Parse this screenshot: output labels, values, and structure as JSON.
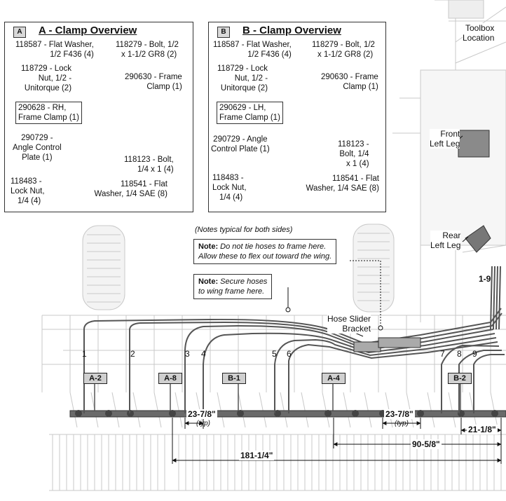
{
  "panel_a": {
    "letter": "A",
    "title": "A - Clamp Overview",
    "labels": {
      "flat_washer_1": "118587 - Flat Washer,",
      "flat_washer_2": "1/2 F436 (4)",
      "bolt_1": "118279 - Bolt, 1/2",
      "bolt_2": "x 1-1/2 GR8 (2)",
      "lock_nut_1": "118729 - Lock",
      "lock_nut_2": "Nut, 1/2 -",
      "lock_nut_3": "Unitorque (2)",
      "frame_clamp_1": "290630 - Frame",
      "frame_clamp_2": "Clamp (1)",
      "rh_clamp_1": "290628 - RH,",
      "rh_clamp_2": "Frame Clamp (1)",
      "angle_plate_1": "290729 -",
      "angle_plate_2": "Angle Control",
      "angle_plate_3": "Plate (1)",
      "bolt_small_1": "118123 - Bolt,",
      "bolt_small_2": "1/4 x 1 (4)",
      "lock_nut_small_1": "118483 -",
      "lock_nut_small_2": "Lock Nut,",
      "lock_nut_small_3": "1/4 (4)",
      "flat_washer_small_1": "118541 - Flat",
      "flat_washer_small_2": "Washer, 1/4 SAE (8)"
    }
  },
  "panel_b": {
    "letter": "B",
    "title": "B - Clamp Overview",
    "labels": {
      "flat_washer_1": "118587 - Flat Washer,",
      "flat_washer_2": "1/2 F436 (4)",
      "bolt_1": "118279 - Bolt, 1/2",
      "bolt_2": "x 1-1/2 GR8 (2)",
      "lock_nut_1": "118729 - Lock",
      "lock_nut_2": "Nut, 1/2 -",
      "lock_nut_3": "Unitorque (2)",
      "frame_clamp_1": "290630 - Frame",
      "frame_clamp_2": "Clamp (1)",
      "lh_clamp_1": "290629 - LH,",
      "lh_clamp_2": "Frame Clamp (1)",
      "angle_plate_1": "290729 - Angle",
      "angle_plate_2": "Control Plate (1)",
      "bolt_small_1": "118123 -",
      "bolt_small_2": "Bolt, 1/4",
      "bolt_small_3": "x 1 (4)",
      "lock_nut_small_1": "118483 -",
      "lock_nut_small_2": "Lock Nut,",
      "lock_nut_small_3": "1/4 (4)",
      "flat_washer_small_1": "118541 - Flat",
      "flat_washer_small_2": "Washer, 1/4 SAE (8)"
    }
  },
  "notes": {
    "typical": "(Notes typical for both sides)",
    "note1_label": "Note:",
    "note1_line1": "Do not tie hoses to frame here.",
    "note1_line2": "Allow these to flex out toward the wing.",
    "note2_label": "Note:",
    "note2_line1": "Secure hoses",
    "note2_line2": "to wing frame here."
  },
  "callouts": {
    "toolbox_1": "Toolbox",
    "toolbox_2": "Location",
    "front_leg_1": "Front",
    "front_leg_2": "Left Leg",
    "rear_leg_1": "Rear",
    "rear_leg_2": "Left Leg",
    "hose_slider_1": "Hose Slider",
    "hose_slider_2": "Bracket",
    "hose_range": "1-9"
  },
  "hose_numbers": [
    "1",
    "2",
    "3",
    "4",
    "5",
    "6",
    "7",
    "8",
    "9"
  ],
  "section_tags": [
    "A-2",
    "A-8",
    "B-1",
    "A-4",
    "B-2"
  ],
  "dimensions": {
    "spacing_left": "23-7/8\"",
    "spacing_right": "23-7/8\"",
    "typ": "(typ)",
    "d_181": "181-1/4\"",
    "d_90": "90-5/8\"",
    "d_21": "21-1/8\""
  }
}
